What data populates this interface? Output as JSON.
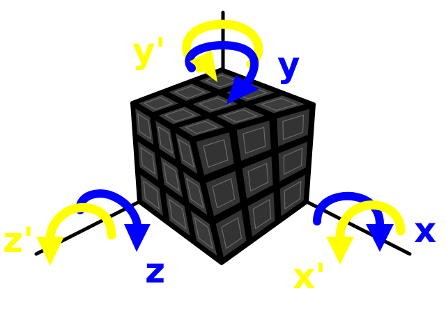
{
  "labels": {
    "y": "y",
    "y_prime": "y'",
    "x": "x",
    "x_prime": "x'",
    "z": "z",
    "z_prime": "z'"
  },
  "colors": {
    "clockwise": "#0000ff",
    "counterclockwise": "#ffff00",
    "axis": "#000000",
    "cube": "#3a3a3a"
  },
  "cube": {
    "size": "3x3x3"
  }
}
